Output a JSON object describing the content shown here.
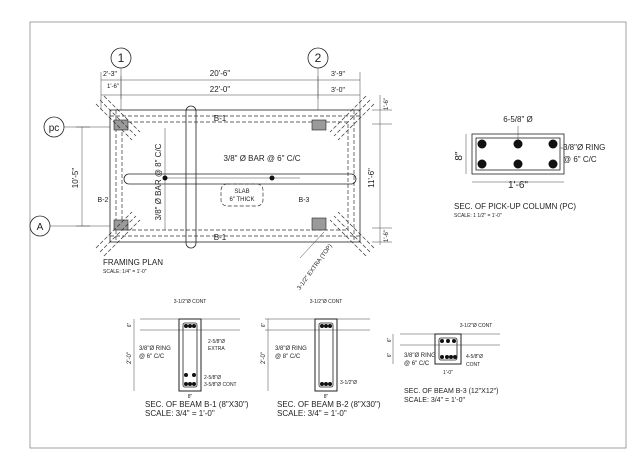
{
  "framing_plan": {
    "grid_1": "1",
    "grid_2": "2",
    "grid_pc": "pc",
    "grid_a": "A",
    "dim_top_left_a": "2'-3\"",
    "dim_top_left_b": "1'-6\"",
    "dim_overall_upper": "20'-6\"",
    "dim_overall_lower": "22'-0\"",
    "dim_top_right_a": "3'-9\"",
    "dim_top_right_b": "3'-0\"",
    "dim_right_top": "1'-6\"",
    "dim_right_mid": "11'-6\"",
    "dim_right_bot": "1'-6\"",
    "dim_left": "10'-5\"",
    "beam_top": "B-1",
    "beam_bottom": "B-1",
    "beam_left": "B-2",
    "beam_right": "B-3",
    "bar_horizontal": "3/8\" Ø BAR @ 6\" C/C",
    "bar_vertical": "3/8\" Ø BAR @ 8\" C/C",
    "slab_line1": "SLAB",
    "slab_line2": "6\" THICK",
    "extra_bar": "3-1/2\" EXTRA (TOP)",
    "title": "FRAMING PLAN",
    "scale": "SCALE: 1/4\" = 1'-0\""
  },
  "pickup_column": {
    "top_bar": "6-5/8\" Ø",
    "ring": "3/8\"Ø RING",
    "ring_spacing": "@ 6\" C/C",
    "height": "8\"",
    "width": "1'-6\"",
    "title": "SEC. OF PICK-UP COLUMN (PC)",
    "scale": "SCALE: 1 1/2\" = 1'-0\""
  },
  "beam_b1": {
    "top_cont": "3-1/2\"Ø CONT",
    "ring": "3/8\"Ø RING",
    "ring_spacing": "@ 6\" C/C",
    "extra_a": "2-5/8\"Ø",
    "extra_b": "EXTRA",
    "bot_a": "2-5/8\"Ø",
    "bot_b": "3-5/8\"Ø CONT",
    "dim_slab": "6\"",
    "dim_depth": "2'-0\"",
    "dim_width": "8\"",
    "title": "SEC. OF BEAM B-1 (8\"X30\")",
    "scale": "SCALE: 3/4\" = 1'-0\""
  },
  "beam_b2": {
    "top_cont": "3-1/2\"Ø CONT",
    "ring": "3/8\"Ø RING",
    "ring_spacing": "@ 8\" C/C",
    "bot": "3-1/2\"Ø",
    "dim_slab": "6\"",
    "dim_depth": "2'-0\"",
    "dim_width": "8\"",
    "title": "SEC. OF BEAM B-2 (8\"X30\")",
    "scale": "SCALE: 3/4\" = 1'-0\""
  },
  "beam_b3": {
    "top_cont": "3-1/2\"Ø CONT",
    "ring": "3/8\"Ø RING",
    "ring_spacing": "@ 6\" C/C",
    "bot_a": "4-5/8\"Ø",
    "bot_b": "CONT",
    "dim_slab": "6\"",
    "dim_depth": "6\"",
    "dim_width": "1'-0\"",
    "title": "SEC. OF BEAM B-3 (12\"X12\")",
    "scale": "SCALE: 3/4\" = 1'-0\""
  }
}
